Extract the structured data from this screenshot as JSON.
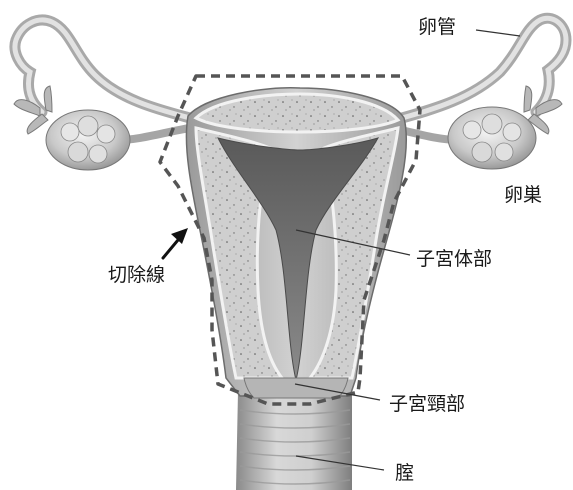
{
  "labels": {
    "fallopian_tube": "卵管",
    "ovary": "卵巣",
    "resection_line": "切除線",
    "uterine_body": "子宮体部",
    "cervix": "子宮頸部",
    "vagina": "腟"
  }
}
